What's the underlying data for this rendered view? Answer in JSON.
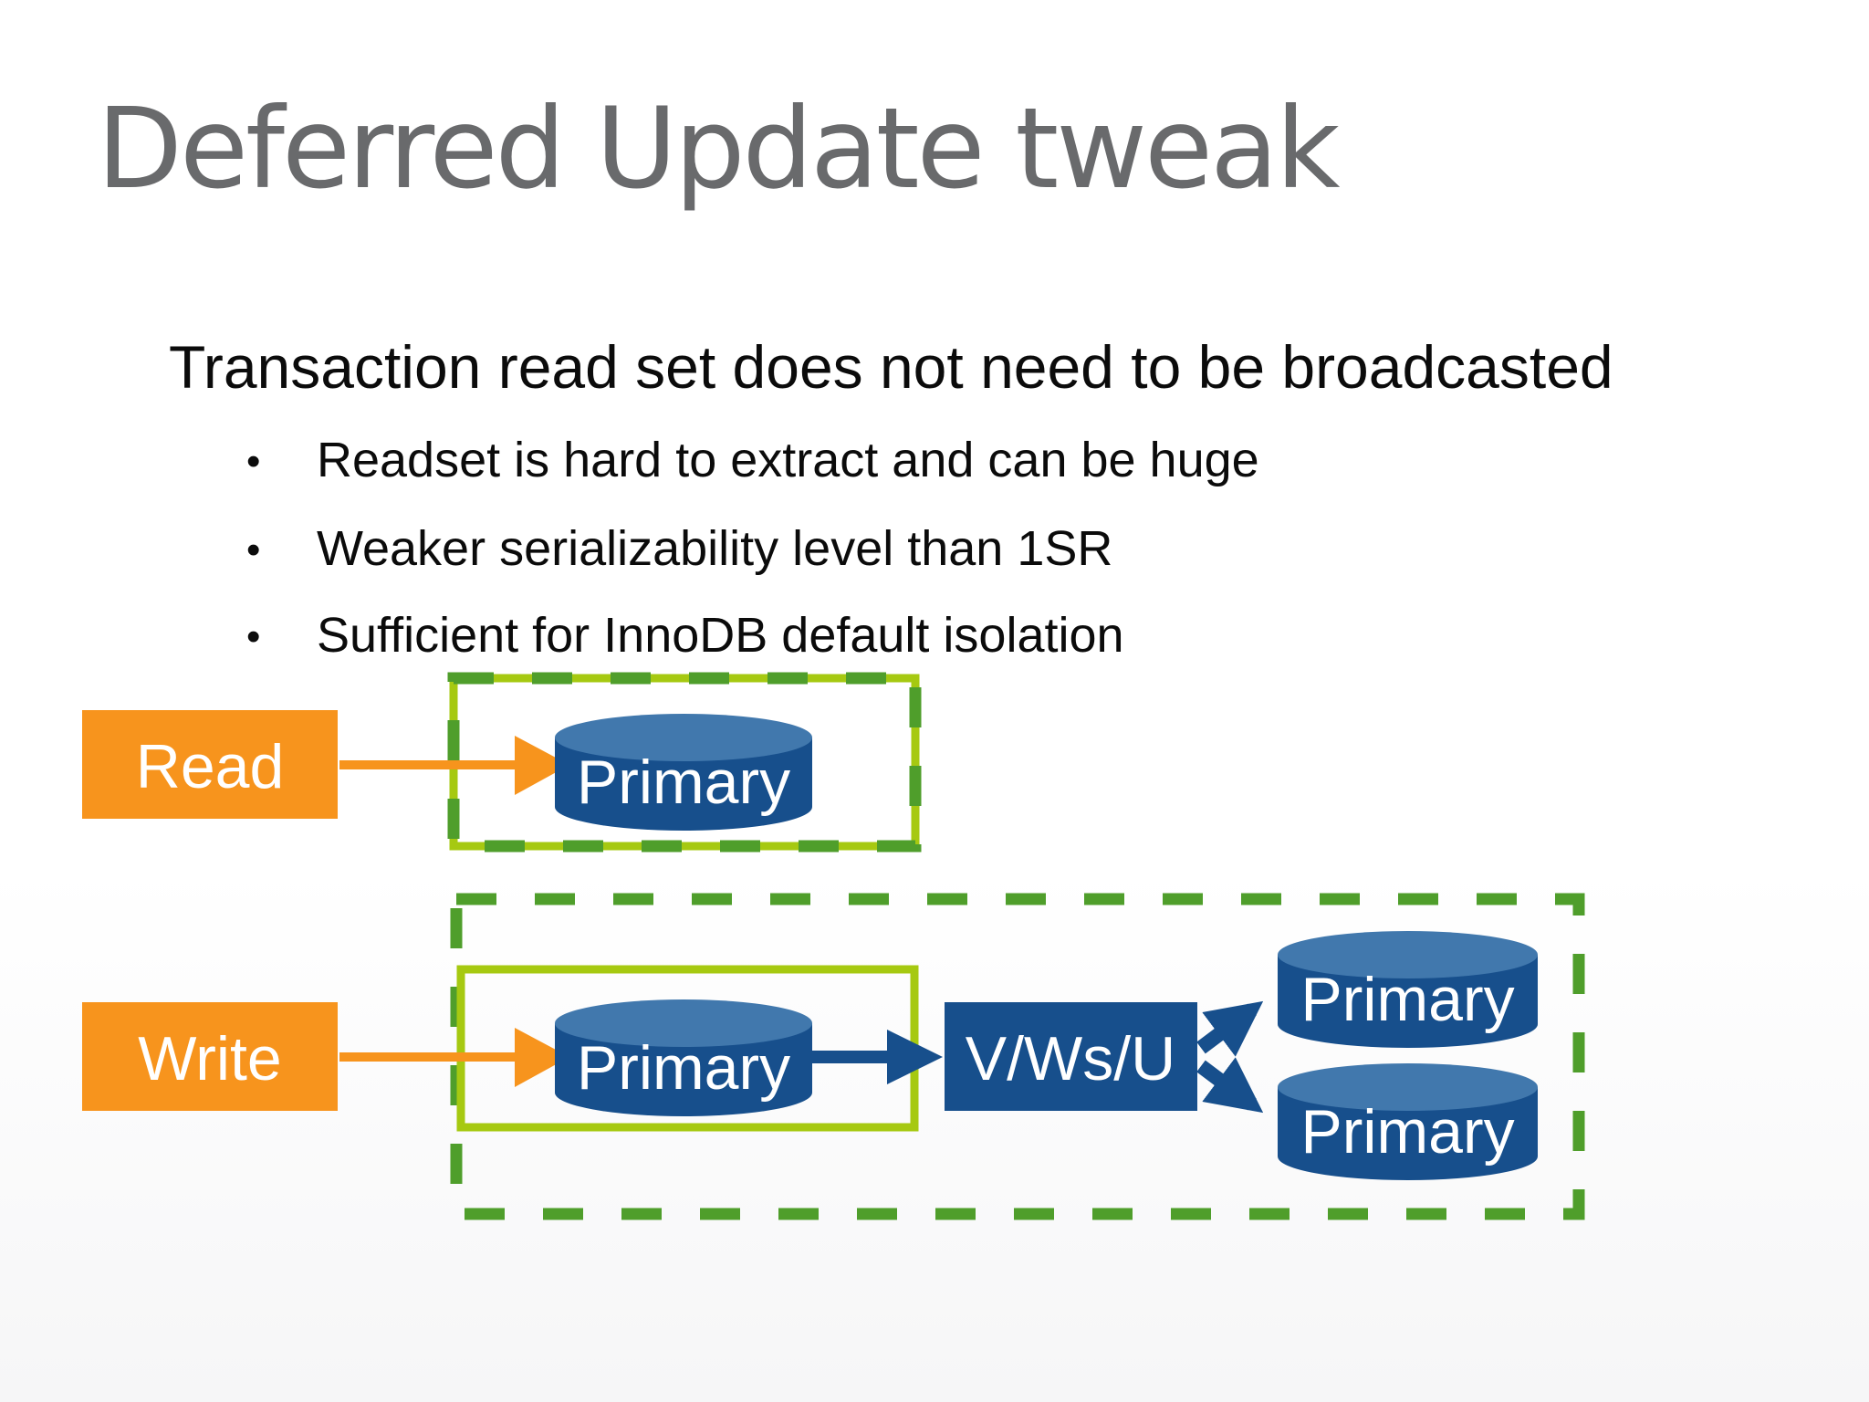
{
  "slide": {
    "title": "Deferred Update tweak",
    "heading": "Transaction read set does not need to be broadcasted",
    "bullet_glyph": "•",
    "bullets": [
      "Readset is hard to extract and can be huge",
      "Weaker serializability level than 1SR",
      "Sufficient for InnoDB default isolation"
    ]
  },
  "diagram": {
    "read": {
      "source_label": "Read",
      "db_label": "Primary"
    },
    "write": {
      "source_label": "Write",
      "db_label": "Primary",
      "certifier_label": "V/Ws/U",
      "replica1_label": "Primary",
      "replica2_label": "Primary"
    },
    "colors": {
      "action_orange": "#f7941d",
      "lime_border": "#a6c911",
      "dash_green": "#4f9e2b",
      "db_blue": "#174f8c",
      "db_top_blue": "#4178ad",
      "title_gray": "#696a6c"
    }
  }
}
